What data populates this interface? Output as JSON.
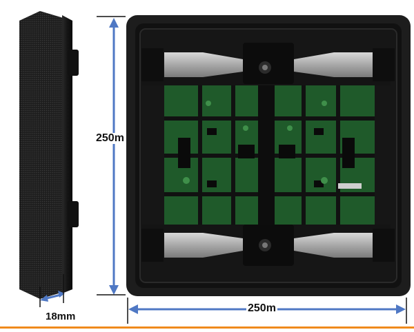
{
  "dimensions": {
    "height_label": "250m",
    "width_label": "250m",
    "depth_label": "18mm"
  },
  "colors": {
    "dimension_arrow": "#4f78c4",
    "module_body": "#1c1c1c",
    "pcb": "#1f5a2a",
    "bracket": "#b8b8b8",
    "footer_accent": "#f08a1c"
  },
  "icons": {
    "height_arrow": "double-arrow-vertical",
    "width_arrow": "double-arrow-horizontal",
    "depth_arrow": "double-arrow-horizontal"
  }
}
